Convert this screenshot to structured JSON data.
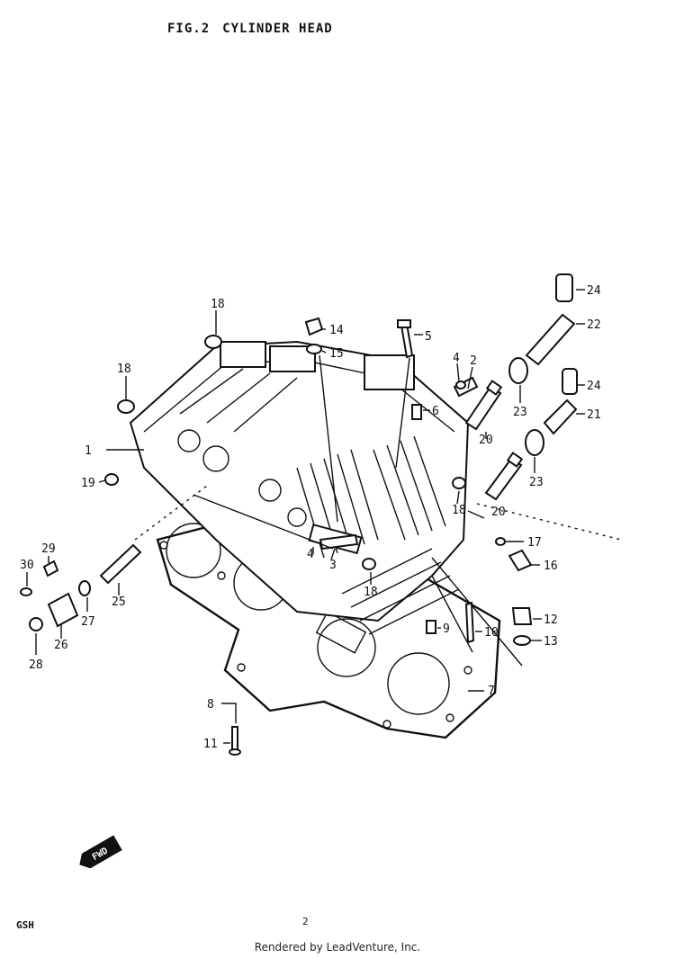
{
  "header": {
    "fig": "FIG.2",
    "title": "CYLINDER HEAD"
  },
  "footer": {
    "rendered_by": "Rendered by LeadVenture, Inc.",
    "code": "GSH",
    "page": "2"
  },
  "fwd_label": "FWD",
  "callouts": [
    {
      "id": "c1",
      "label": "1"
    },
    {
      "id": "c2",
      "label": "2"
    },
    {
      "id": "c3",
      "label": "3"
    },
    {
      "id": "c4a",
      "label": "4"
    },
    {
      "id": "c4b",
      "label": "4"
    },
    {
      "id": "c5",
      "label": "5"
    },
    {
      "id": "c6",
      "label": "6"
    },
    {
      "id": "c7",
      "label": "7"
    },
    {
      "id": "c8",
      "label": "8"
    },
    {
      "id": "c9",
      "label": "9"
    },
    {
      "id": "c10",
      "label": "10"
    },
    {
      "id": "c11",
      "label": "11"
    },
    {
      "id": "c12",
      "label": "12"
    },
    {
      "id": "c13",
      "label": "13"
    },
    {
      "id": "c14",
      "label": "14"
    },
    {
      "id": "c15",
      "label": "15"
    },
    {
      "id": "c16",
      "label": "16"
    },
    {
      "id": "c17",
      "label": "17"
    },
    {
      "id": "c18a",
      "label": "18"
    },
    {
      "id": "c18b",
      "label": "18"
    },
    {
      "id": "c18c",
      "label": "18"
    },
    {
      "id": "c18d",
      "label": "18"
    },
    {
      "id": "c19",
      "label": "19"
    },
    {
      "id": "c20a",
      "label": "20"
    },
    {
      "id": "c20b",
      "label": "20"
    },
    {
      "id": "c21",
      "label": "21"
    },
    {
      "id": "c22",
      "label": "22"
    },
    {
      "id": "c23a",
      "label": "23"
    },
    {
      "id": "c23b",
      "label": "23"
    },
    {
      "id": "c24a",
      "label": "24"
    },
    {
      "id": "c24b",
      "label": "24"
    },
    {
      "id": "c25",
      "label": "25"
    },
    {
      "id": "c26",
      "label": "26"
    },
    {
      "id": "c27",
      "label": "27"
    },
    {
      "id": "c28",
      "label": "28"
    },
    {
      "id": "c29",
      "label": "29"
    },
    {
      "id": "c30",
      "label": "30"
    }
  ]
}
